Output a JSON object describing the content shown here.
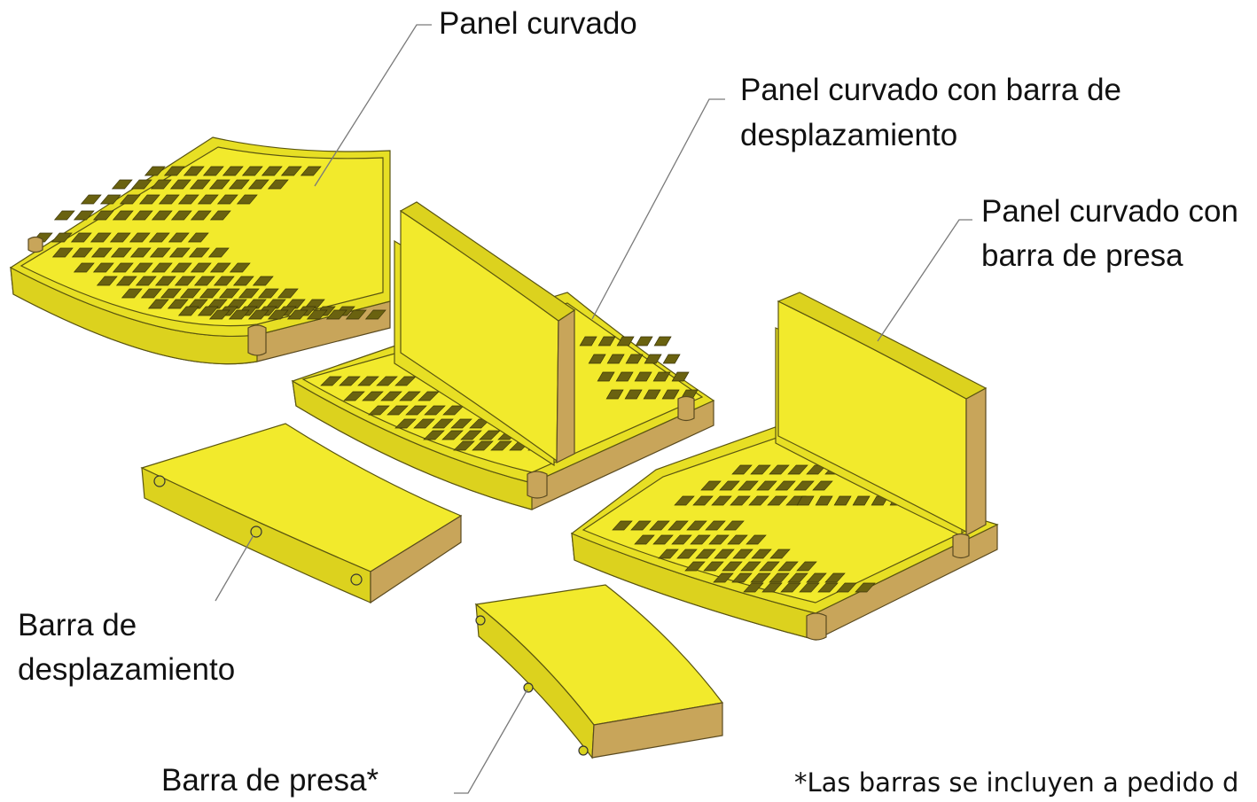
{
  "labels": {
    "panel_curvado": "Panel curvado",
    "panel_barra_desplazamiento_1": "Panel curvado con barra de",
    "panel_barra_desplazamiento_2": "desplazamiento",
    "panel_barra_presa_1": "Panel curvado con",
    "panel_barra_presa_2": "barra de presa",
    "barra_desplazamiento_1": "Barra de",
    "barra_desplazamiento_2": "desplazamiento",
    "barra_presa": "Barra de presa*",
    "footnote": "*Las barras se incluyen a pedido d"
  },
  "colors": {
    "panel_yellow": "#f2ea2c",
    "panel_side_tan": "#c8a55a",
    "hole_dark": "#6a6210",
    "leader_gray": "#7a7a7a"
  }
}
